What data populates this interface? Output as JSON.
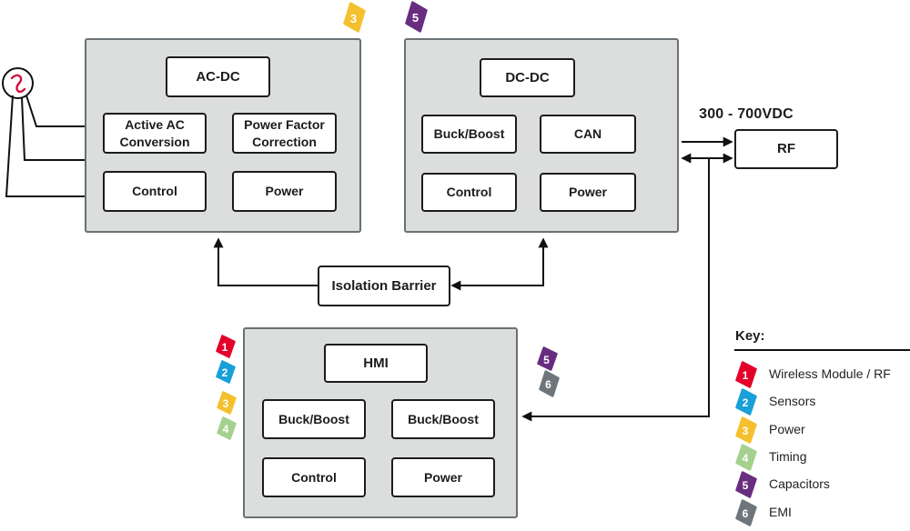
{
  "blocks": {
    "acdc": {
      "title": "AC-DC",
      "cells": [
        "Active AC Conversion",
        "Power Factor Correction",
        "Control",
        "Power"
      ],
      "badge": {
        "num": "3",
        "color": "#f5c02e"
      }
    },
    "dcdc": {
      "title": "DC-DC",
      "cells": [
        "Buck/Boost",
        "CAN",
        "Control",
        "Power"
      ],
      "badge": {
        "num": "5",
        "color": "#692d80"
      }
    },
    "hmi": {
      "title": "HMI",
      "cells": [
        "Buck/Boost",
        "Buck/Boost",
        "Control",
        "Power"
      ],
      "left_badges": [
        {
          "num": "1",
          "color": "#e4002b"
        },
        {
          "num": "2",
          "color": "#18a0d8"
        },
        {
          "num": "3",
          "color": "#f5c02e"
        },
        {
          "num": "4",
          "color": "#a5d18e"
        }
      ],
      "right_badges": [
        {
          "num": "5",
          "color": "#692d80"
        },
        {
          "num": "6",
          "color": "#6e767b"
        }
      ]
    },
    "rf": {
      "title": "RF"
    },
    "isolation": {
      "title": "Isolation Barrier"
    }
  },
  "labels": {
    "voltage": "300 - 700VDC"
  },
  "key": {
    "title": "Key:",
    "items": [
      {
        "num": "1",
        "color": "#e4002b",
        "label": "Wireless Module / RF"
      },
      {
        "num": "2",
        "color": "#18a0d8",
        "label": "Sensors"
      },
      {
        "num": "3",
        "color": "#f5c02e",
        "label": "Power"
      },
      {
        "num": "4",
        "color": "#a5d18e",
        "label": "Timing"
      },
      {
        "num": "5",
        "color": "#692d80",
        "label": "Capacitors"
      },
      {
        "num": "6",
        "color": "#6e767b",
        "label": "EMI"
      }
    ]
  },
  "colors": {
    "line": "#111111",
    "block_fill": "#dcdedd",
    "block_border": "#6a7174",
    "sine": "#d6103c"
  }
}
